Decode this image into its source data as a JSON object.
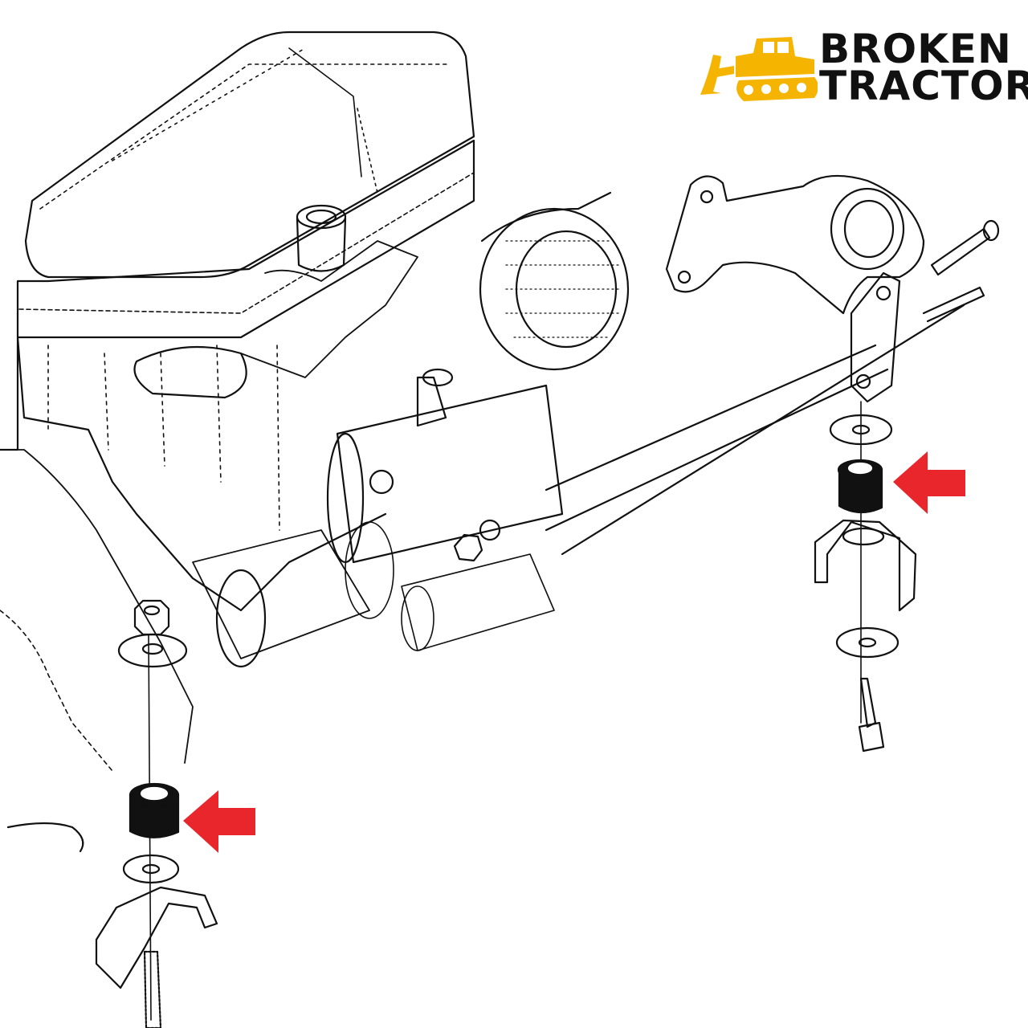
{
  "brand": {
    "line1": "BROKEN",
    "line2": "TRACTOR",
    "logo_icon": "bulldozer-icon",
    "accent_color": "#F5B400",
    "text_color": "#111111"
  },
  "diagram": {
    "subject": "engine-mount-exploded-view",
    "line_color": "#111111",
    "highlight_color": "#E8262B",
    "callouts": [
      {
        "name": "front-mount-rubber-arrow",
        "icon": "left-arrow-icon"
      },
      {
        "name": "rear-mount-rubber-arrow",
        "icon": "left-arrow-icon"
      }
    ]
  }
}
